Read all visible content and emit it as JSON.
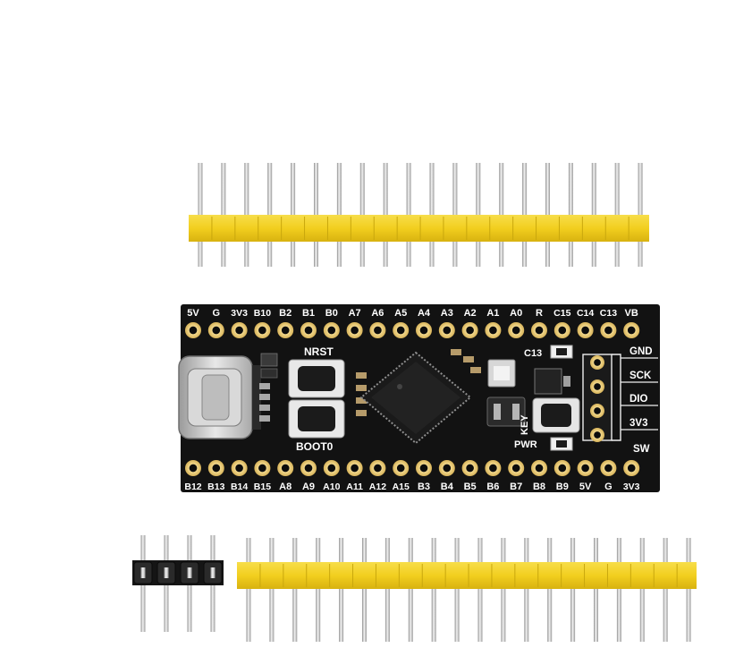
{
  "board": {
    "top_pins": [
      "5V",
      "G",
      "3V3",
      "B10",
      "B2",
      "B1",
      "B0",
      "A7",
      "A6",
      "A5",
      "A4",
      "A3",
      "A2",
      "A1",
      "A0",
      "R",
      "C15",
      "C14",
      "C13",
      "VB"
    ],
    "bottom_pins": [
      "B12",
      "B13",
      "B14",
      "B15",
      "A8",
      "A9",
      "A10",
      "A11",
      "A12",
      "A15",
      "B3",
      "B4",
      "B5",
      "B6",
      "B7",
      "B8",
      "B9",
      "5V",
      "G",
      "3V3"
    ],
    "swd_pins": [
      "GND",
      "SCK",
      "DIO",
      "3V3"
    ],
    "swd_label": "SW",
    "labels": {
      "nrst": "NRST",
      "boot0": "BOOT0",
      "c13": "C13",
      "key": "KEY",
      "pwr": "PWR"
    },
    "colors": {
      "pcb": "#121212",
      "header_yellow": "#f2d12a",
      "pin_metal": "#cfcfcf",
      "pad_gold": "#e9cf7f",
      "black_header": "#151515"
    }
  },
  "headers": {
    "top_header_pin_count": 20,
    "bottom_header_pin_count": 20,
    "angled_header_pin_count": 4
  }
}
